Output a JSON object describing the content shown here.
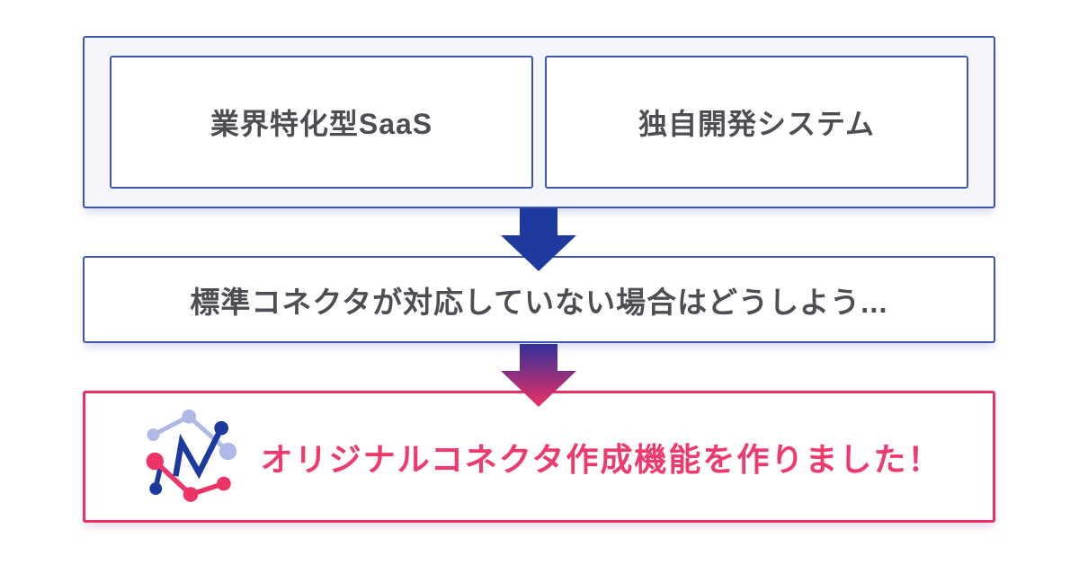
{
  "colors": {
    "page_bg": "#ffffff",
    "group_bg": "#f4f5fb",
    "border_blue": "#3d55ab",
    "text_gray": "#4f4c54",
    "navy": "#1e3a9e",
    "arrow2_top": "#31309a",
    "pink": "#ee2f63",
    "pink_text": "#ee3a6c",
    "logo_light": "#aeb9e8",
    "logo_navy": "#1c3a9e",
    "logo_pink": "#ee3467"
  },
  "top_group": {
    "boxes": [
      {
        "label": "業界特化型SaaS"
      },
      {
        "label": "独自開発システム"
      }
    ]
  },
  "middle_box": {
    "text": "標準コネクタが対応していない場合はどうしよう..."
  },
  "result_box": {
    "icon": "network-graph-logo",
    "text": "オリジナルコネクタ作成機能を作りました！"
  }
}
